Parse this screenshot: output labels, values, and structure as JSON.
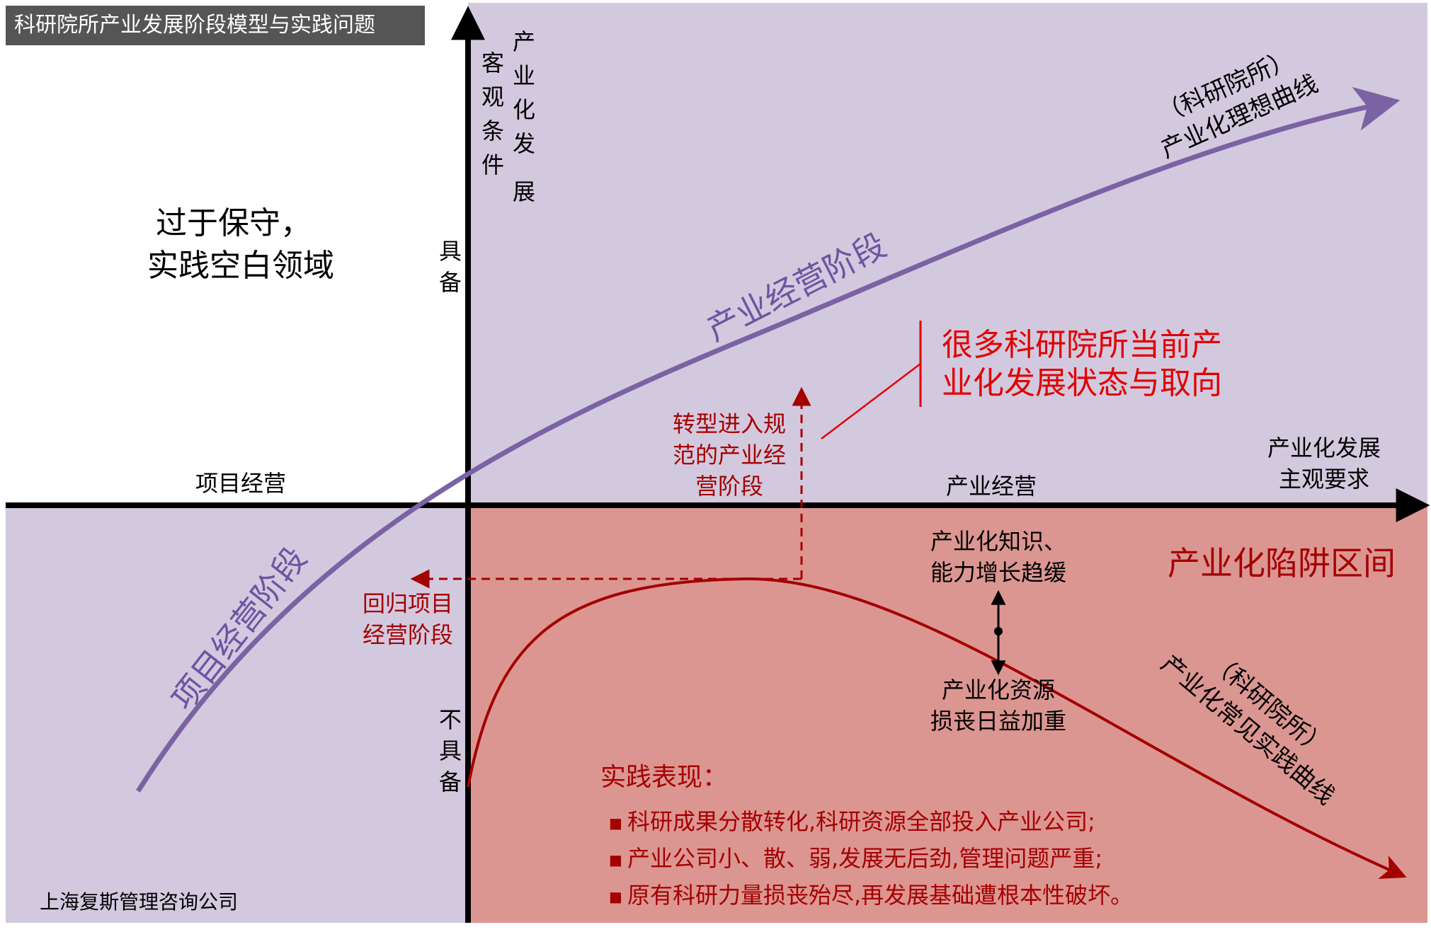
{
  "title": "科研院所产业发展阶段模型与实践问题",
  "colors": {
    "quadrant_purple": "#D3C9DF",
    "quadrant_red": "#DC9692",
    "ideal_curve": "#7B62A3",
    "practice_curve": "#A40000",
    "text_red": "#E10000",
    "text_darkred": "#A40000",
    "axis": "#000000"
  },
  "axes": {
    "y_title_col1": [
      "客",
      "观",
      "条",
      "件"
    ],
    "y_title_col2": [
      "产",
      "业",
      "化",
      "发",
      "展"
    ],
    "y_top": [
      "具",
      "备"
    ],
    "y_bottom": [
      "不",
      "具",
      "备"
    ],
    "x_title_line1": "产业化发展",
    "x_title_line2": "主观要求",
    "x_left": "项目经营",
    "x_right": "产业经营"
  },
  "quadrants": {
    "top_left_line1": "过于保守，",
    "top_left_line2": "实践空白领域",
    "bottom_right": "产业化陷阱区间"
  },
  "curves": {
    "ideal_line1": "（科研院所）",
    "ideal_line2": "产业化理想曲线",
    "practice_line1": "（科研院所）",
    "practice_line2": "产业化常见实践曲线"
  },
  "stages": {
    "project": "项目经营阶段",
    "industrial": "产业经营阶段"
  },
  "annotations": {
    "current_state_line1": "很多科研院所当前产",
    "current_state_line2": "业化发展状态与取向",
    "transform_line1": "转型进入规",
    "transform_line2": "范的产业经",
    "transform_line3": "营阶段",
    "return_line1": "回归项目",
    "return_line2": "经营阶段",
    "knowledge_line1": "产业化知识、",
    "knowledge_line2": "能力增长趋缓",
    "resource_line1": "产业化资源",
    "resource_line2": "损丧日益加重"
  },
  "practice": {
    "heading": "实践表现：",
    "bullets": [
      "科研成果分散转化,科研资源全部投入产业公司;",
      "产业公司小、散、弱,发展无后劲,管理问题严重;",
      "原有科研力量损丧殆尽,再发展基础遭根本性破坏。"
    ],
    "bullet_symbol": "■"
  },
  "footer": "上海复斯管理咨询公司"
}
